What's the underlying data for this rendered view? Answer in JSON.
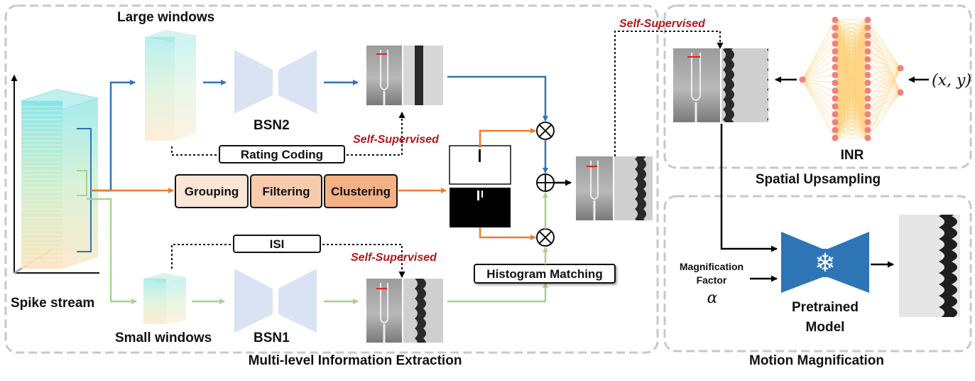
{
  "panels": {
    "extraction": "Multi-level Information Extraction",
    "upsampling": "Spatial Upsampling",
    "magnification": "Motion Magnification"
  },
  "labels": {
    "large_windows": "Large windows",
    "small_windows": "Small windows",
    "spike_stream": "Spike stream",
    "bsn2": "BSN2",
    "bsn1": "BSN1",
    "inr": "INR",
    "pretrained_line1": "Pretrained",
    "pretrained_line2": "Model",
    "mag_factor_line1": "Magnification",
    "mag_factor_line2": "Factor",
    "alpha": "α",
    "coords": "(x, y)"
  },
  "boxes": {
    "rating_coding": "Rating Coding",
    "isi": "ISI",
    "grouping": "Grouping",
    "filtering": "Filtering",
    "clustering": "Clustering",
    "histogram_matching": "Histogram Matching"
  },
  "annotations": {
    "self_supervised": "Self-Supervised"
  },
  "symbols": {
    "multiply": "⊗",
    "add": "⊕",
    "snowflake": "❄"
  },
  "colors": {
    "blue": "#2e75b6",
    "orange": "#ed7d31",
    "green": "#a9d18e",
    "bsn": "#dae3f3",
    "model": "#2e75b6",
    "self_supervised": "#b3161c",
    "inr_node": "#f08080",
    "inr_edge": "#ffd27f"
  }
}
